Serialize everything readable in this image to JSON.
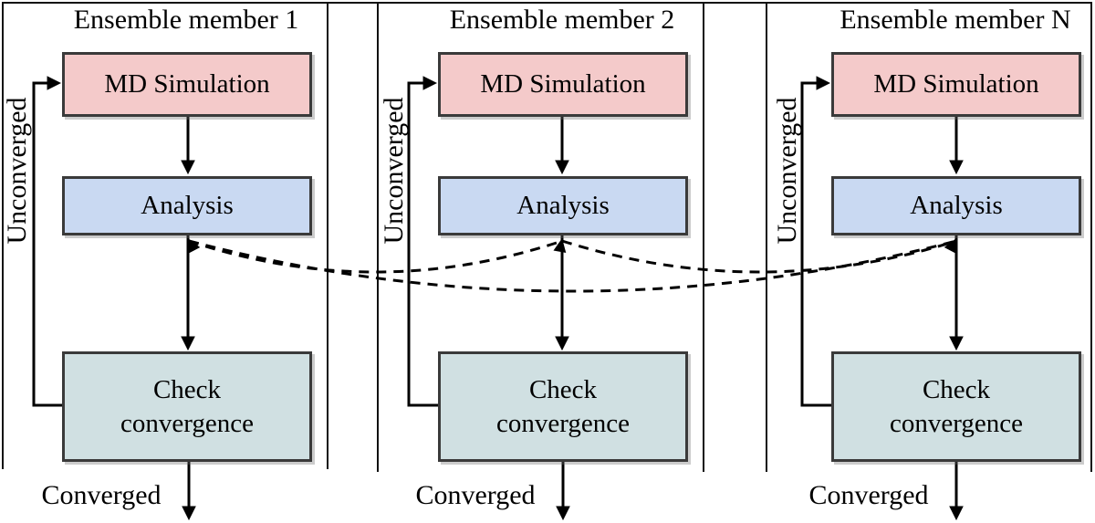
{
  "diagram": {
    "members": [
      {
        "title": "Ensemble member 1",
        "boxes": {
          "md": "MD Simulation",
          "analysis": "Analysis",
          "check": "Check convergence"
        },
        "labels": {
          "unconverged": "Unconverged",
          "converged": "Converged"
        }
      },
      {
        "title": "Ensemble member 2",
        "boxes": {
          "md": "MD Simulation",
          "analysis": "Analysis",
          "check": "Check convergence"
        },
        "labels": {
          "unconverged": "Unconverged",
          "converged": "Converged"
        }
      },
      {
        "title": "Ensemble member N",
        "boxes": {
          "md": "MD Simulation",
          "analysis": "Analysis",
          "check": "Check convergence"
        },
        "labels": {
          "unconverged": "Unconverged",
          "converged": "Converged"
        }
      }
    ],
    "colors": {
      "md_fill": "#f4caca",
      "analysis_fill": "#c9d9f2",
      "check_fill": "#d0e0e2",
      "box_border": "#3a3a3a",
      "line": "#000000"
    }
  }
}
